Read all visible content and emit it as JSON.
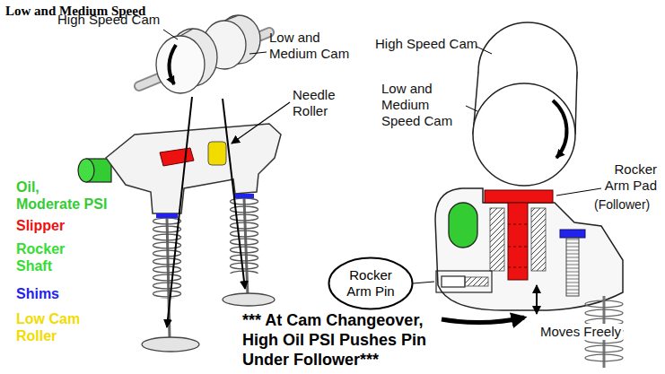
{
  "diagram": {
    "title": "Low and Medium Speed",
    "nodes": [
      {
        "text": [
          "Rocker Arm Pin"
        ]
      }
    ],
    "labels": [
      "High Speed Cam",
      "Low and Medium Cam",
      "Needle Roller",
      "High Speed Cam",
      "Low and Medium Speed Cam",
      "Rocker Arm Pad",
      "(Follower)",
      "Moves Freely",
      "*** At Cam Changeover, High Oil PSI Pushes Pin Under Follower***"
    ],
    "legend": [
      {
        "text": "Oil, Moderate PSI",
        "color": "#33cc33"
      },
      {
        "text": "Slipper",
        "color": "#ee1111"
      },
      {
        "text": "Rocker Shaft",
        "color": "#33dd33"
      },
      {
        "text": "Shims",
        "color": "#2222ee"
      },
      {
        "text": "Low Cam Roller",
        "color": "#f2dc00"
      }
    ]
  }
}
